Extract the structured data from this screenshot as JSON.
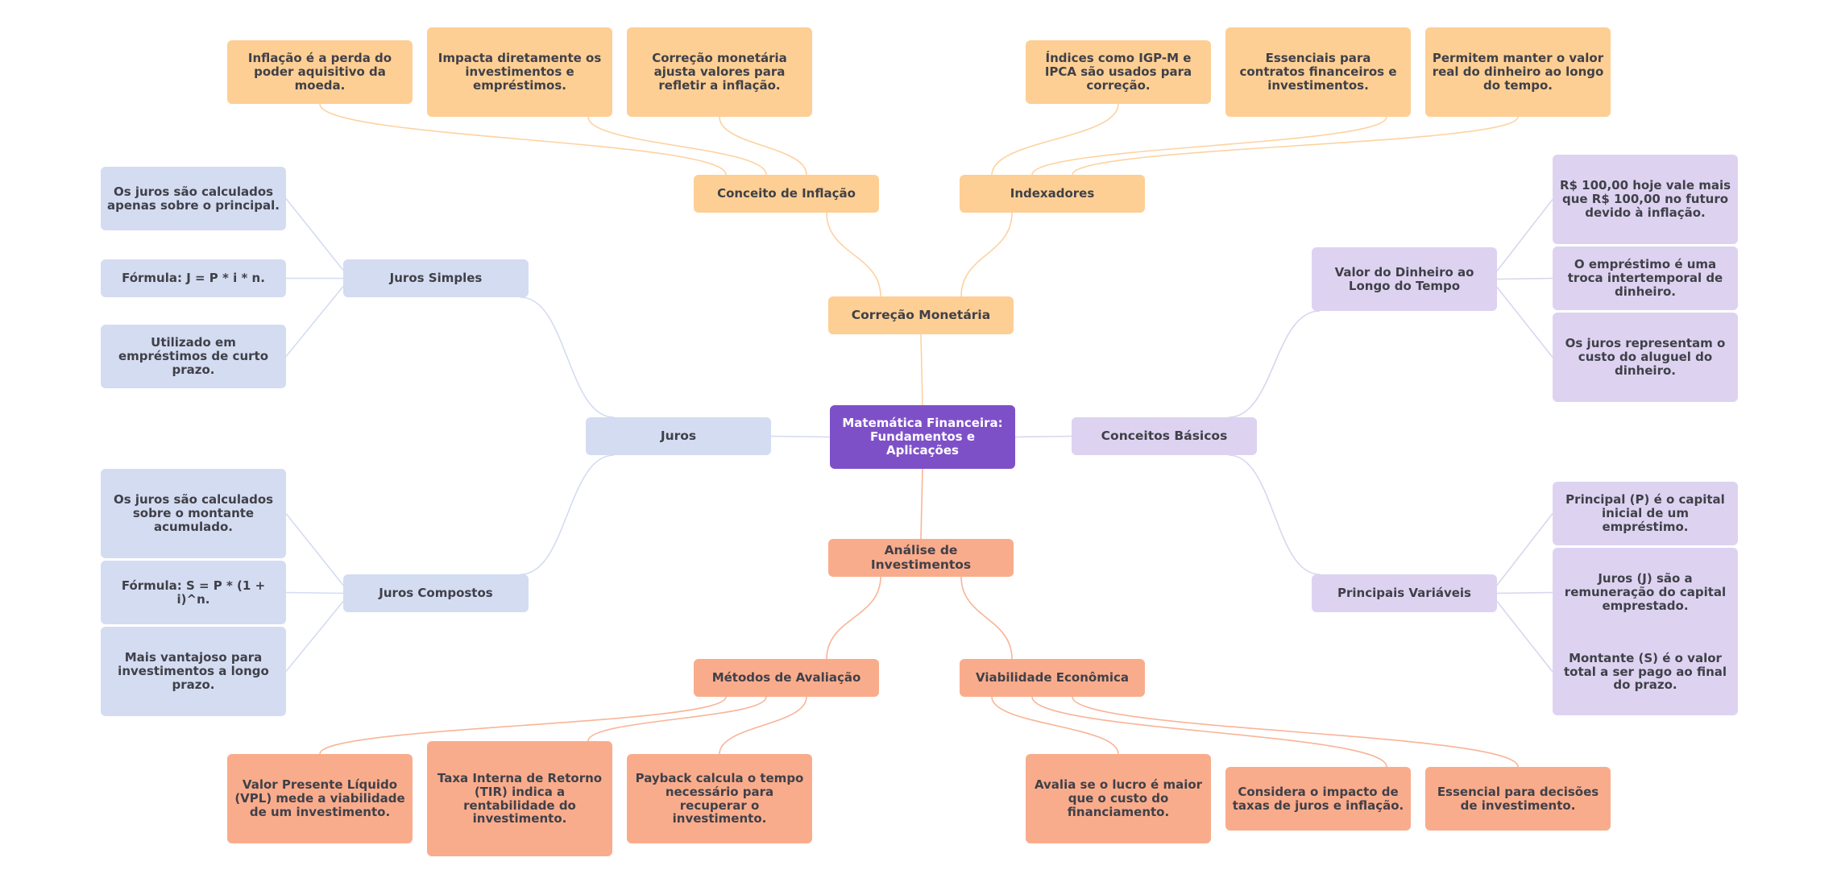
{
  "colors": {
    "root": "#7e50c8",
    "violet": "#ddd3f1",
    "blue": "#d4dcf2",
    "orange": "#fdcf94",
    "salmon": "#f9ac8c",
    "edge_violet": "#d9d6ee",
    "edge_blue": "#d4dcf2",
    "edge_orange": "#fdd2a0",
    "edge_salmon": "#f9b497"
  },
  "root": {
    "label": "Matemática Financeira: Fundamentos e Aplicações"
  },
  "conceitos": {
    "label": "Conceitos Básicos",
    "valor": {
      "label": "Valor do Dinheiro ao Longo do Tempo",
      "leaves": [
        "R$ 100,00 hoje vale mais que R$ 100,00 no futuro devido à inflação.",
        "O empréstimo é uma troca intertemporal de dinheiro.",
        "Os juros representam o custo do aluguel do dinheiro."
      ]
    },
    "variaveis": {
      "label": "Principais Variáveis",
      "leaves": [
        "Principal (P) é o capital inicial de um empréstimo.",
        "Juros (J) são a remuneração do capital emprestado.",
        "Montante (S) é o valor total a ser pago ao final do prazo."
      ]
    }
  },
  "juros": {
    "label": "Juros",
    "simples": {
      "label": "Juros Simples",
      "leaves": [
        "Os juros são calculados apenas sobre o principal.",
        "Fórmula: J = P * i * n.",
        "Utilizado em empréstimos de curto prazo."
      ]
    },
    "compostos": {
      "label": "Juros Compostos",
      "leaves": [
        "Os juros são calculados sobre o montante acumulado.",
        "Fórmula: S = P * (1 + i)^n.",
        "Mais vantajoso para investimentos a longo prazo."
      ]
    }
  },
  "correcao": {
    "label": "Correção Monetária",
    "inflacao": {
      "label": "Conceito de Inflação",
      "leaves": [
        "Inflação é a perda do poder aquisitivo da moeda.",
        "Impacta diretamente os investimentos e empréstimos.",
        "Correção monetária ajusta valores para refletir a inflação."
      ]
    },
    "indexadores": {
      "label": "Indexadores",
      "leaves": [
        "Índices como IGP-M e IPCA são usados para correção.",
        "Essenciais para contratos financeiros e investimentos.",
        "Permitem manter o valor real do dinheiro ao longo do tempo."
      ]
    }
  },
  "analise": {
    "label": "Análise de Investimentos",
    "metodos": {
      "label": "Métodos de Avaliação",
      "leaves": [
        "Valor Presente Líquido (VPL) mede a viabilidade de um investimento.",
        "Taxa Interna de Retorno (TIR) indica a rentabilidade do investimento.",
        "Payback calcula o tempo necessário para recuperar o investimento."
      ]
    },
    "viabilidade": {
      "label": "Viabilidade Econômica",
      "leaves": [
        "Avalia se o lucro é maior que o custo do financiamento.",
        "Considera o impacto de taxas de juros e inflação.",
        "Essencial para decisões de investimento."
      ]
    }
  }
}
